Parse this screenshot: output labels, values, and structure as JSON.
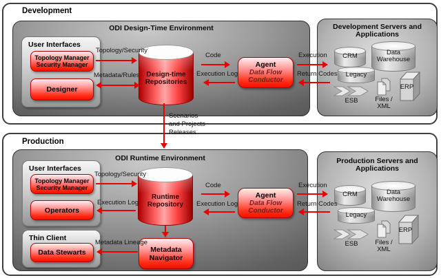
{
  "dev": {
    "section_label": "Development",
    "env_title": "ODI Design-Time Environment",
    "ui_title": "User Interfaces",
    "btn_topology": [
      "Topology Manager",
      "Security Manager"
    ],
    "btn_designer": "Designer",
    "repo": [
      "Design-time",
      "Repositories"
    ],
    "agent": {
      "title": "Agent",
      "sub": [
        "Data Flow",
        "Conductor"
      ]
    },
    "flow": {
      "topology_security": "Topology/Security",
      "metadata_rules": "Metadata/Rules",
      "code": "Code",
      "execution_log": "Execution Log",
      "execution": "Execution",
      "return_codes": "Return Codes"
    },
    "servers": {
      "title": [
        "Development Servers and",
        "Applications"
      ],
      "crm": "CRM",
      "dw": [
        "Data",
        "Warehouse"
      ],
      "legacy": "Legacy",
      "esb": "ESB",
      "files": [
        "Files /",
        "XML"
      ],
      "erp": "ERP"
    }
  },
  "transfer": [
    "Scenarios",
    "and Projects",
    "Releases"
  ],
  "prod": {
    "section_label": "Production",
    "env_title": "ODI Runtime Environment",
    "ui_title": "User Interfaces",
    "btn_topology": [
      "Topology Manager",
      "Security Manager"
    ],
    "btn_operators": "Operators",
    "thin_title": "Thin Client",
    "btn_stewarts": "Data Stewarts",
    "repo": [
      "Runtime",
      "Repository"
    ],
    "navigator": [
      "Metadata",
      "Navigator"
    ],
    "agent": {
      "title": "Agent",
      "sub": [
        "Data Flow",
        "Conductor"
      ]
    },
    "flow": {
      "topology_security": "Topology/Security",
      "execution_log_ui": "Execution Log",
      "metadata_lineage": "Metadata Lineage",
      "code": "Code",
      "execution_log": "Execution Log",
      "execution": "Execution",
      "return_codes": "Return Codes"
    },
    "servers": {
      "title": [
        "Production Servers and",
        "Applications"
      ],
      "crm": "CRM",
      "dw": [
        "Data",
        "Warehouse"
      ],
      "legacy": "Legacy",
      "esb": "ESB",
      "files": [
        "Files /",
        "XML"
      ],
      "erp": "ERP"
    }
  },
  "colors": {
    "arrow_red": "#e60000",
    "button_red": "#f60e00"
  }
}
